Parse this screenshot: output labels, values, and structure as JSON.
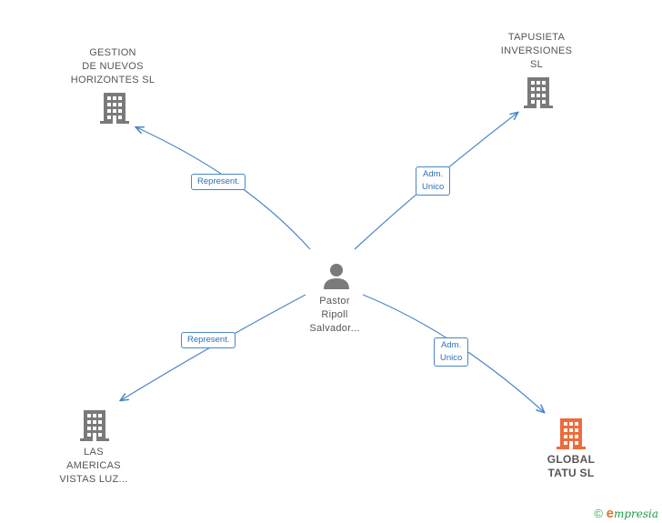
{
  "colors": {
    "edge": "#4a86c8",
    "building": "#7a7a7a",
    "building_highlight": "#ef6b3a",
    "person": "#7a7a7a"
  },
  "nodes": {
    "gestion": {
      "label": "GESTION\nDE NUEVOS\nHORIZONTES SL",
      "icon": "building-icon"
    },
    "tapusieta": {
      "label": "TAPUSIETA\nINVERSIONES\nSL",
      "icon": "building-icon"
    },
    "person": {
      "label": "Pastor\nRipoll\nSalvador...",
      "icon": "person-icon"
    },
    "americas": {
      "label": "LAS\nAMERICAS\nVISTAS LUZ...",
      "icon": "building-icon"
    },
    "global": {
      "label": "GLOBAL\nTATU  SL",
      "icon": "building-icon"
    }
  },
  "edges": [
    {
      "from": "person",
      "to": "gestion",
      "label": "Represent."
    },
    {
      "from": "person",
      "to": "tapusieta",
      "label": "Adm.\nUnico"
    },
    {
      "from": "person",
      "to": "americas",
      "label": "Represent."
    },
    {
      "from": "person",
      "to": "global",
      "label": "Adm.\nUnico"
    }
  ],
  "footer": {
    "copyright": "©",
    "brand_initial": "e",
    "brand_rest": "mpresia"
  }
}
